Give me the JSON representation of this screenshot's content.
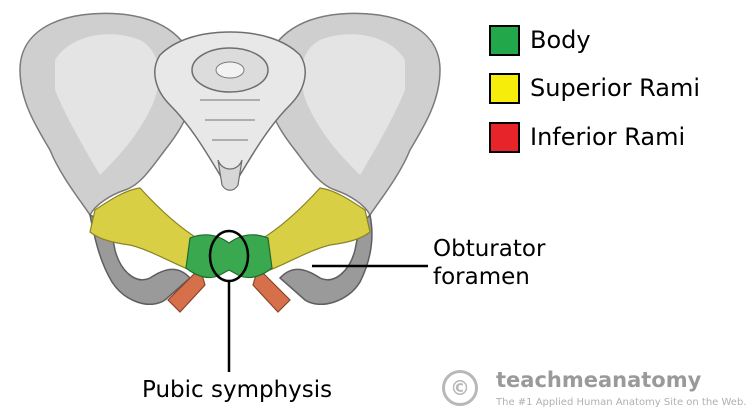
{
  "legend": [
    {
      "label": "Body",
      "color": "#22a84a"
    },
    {
      "label": "Superior Rami",
      "color": "#f6ee0a"
    },
    {
      "label": "Inferior Rami",
      "color": "#e8242b"
    }
  ],
  "labels": {
    "obturator_line1": "Obturator",
    "obturator_line2": "foramen",
    "pubic_symphysis": "Pubic symphysis"
  },
  "logo": {
    "symbol": "©",
    "name": "teachmeanatomy",
    "tagline": "The #1 Applied Human Anatomy Site on the Web."
  },
  "colors": {
    "bone": "#c8c8c8",
    "bone_dark": "#8e8e8e",
    "body": "#3aa84e",
    "superior_rami": "#d9cf45",
    "inferior_rami": "#d5704a"
  }
}
